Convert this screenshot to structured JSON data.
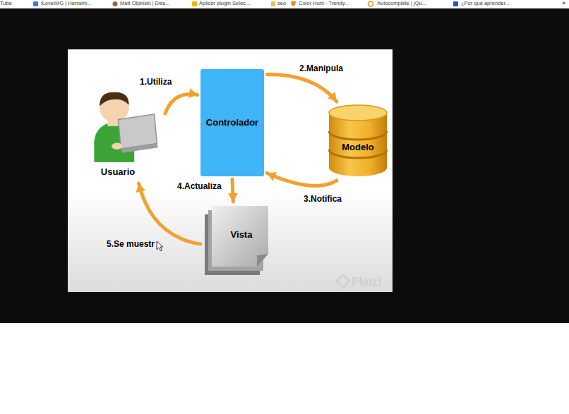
{
  "diagram": {
    "nodes": [
      {
        "text": [
          "Usuario"
        ]
      },
      {
        "text": [
          "Controlador"
        ]
      },
      {
        "text": [
          "Modelo"
        ]
      },
      {
        "text": [
          "Vista"
        ]
      }
    ],
    "edges": [
      {
        "from": 0,
        "to": 1,
        "label": "1.Utiliza",
        "arrow": "to"
      },
      {
        "from": 1,
        "to": 2,
        "label": "2.Manipula",
        "arrow": "to"
      },
      {
        "from": 2,
        "to": 1,
        "label": "3.Notifica",
        "arrow": "to"
      },
      {
        "from": 1,
        "to": 3,
        "label": "4.Actualiza",
        "arrow": "to"
      },
      {
        "from": 3,
        "to": 0,
        "label": "5.Se muestr",
        "arrow": "to"
      }
    ],
    "labels": [
      "Tube",
      "iLoveIMG | Herrami...",
      "Matt Olpinski | Dise...",
      "Aplicar plugin Selec...",
      "seo",
      "Color Hunt - Trendy...",
      "Autocomplete | jQu...",
      "¿Por qué aprender...",
      "»",
      "Platzi"
    ]
  }
}
